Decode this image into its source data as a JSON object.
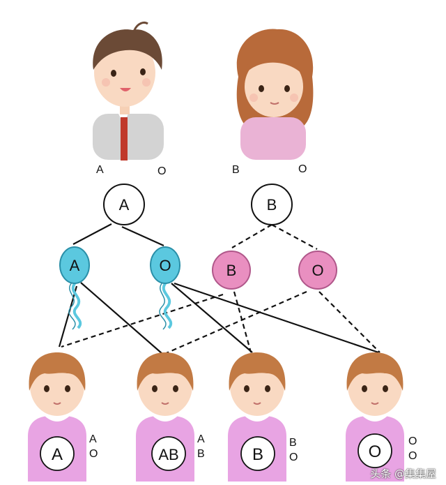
{
  "parents": {
    "father": {
      "allele_left": "A",
      "allele_right": "O"
    },
    "mother": {
      "allele_left": "B",
      "allele_right": "O"
    },
    "father_type": "A",
    "mother_type": "B"
  },
  "gametes": {
    "sperm": [
      "A",
      "O"
    ],
    "eggs": [
      "B",
      "O"
    ]
  },
  "children": [
    {
      "type": "A",
      "genotype_top": "A",
      "genotype_bottom": "O"
    },
    {
      "type": "AB",
      "genotype_top": "A",
      "genotype_bottom": "B"
    },
    {
      "type": "B",
      "genotype_top": "B",
      "genotype_bottom": "O"
    },
    {
      "type": "O",
      "genotype_top": "O",
      "genotype_bottom": "O"
    }
  ],
  "watermark": "头条 @集集屋",
  "colors": {
    "sperm": "#5bc8df",
    "sperm_stroke": "#2a8fa8",
    "egg": "#e98fc0",
    "egg_stroke": "#b0578a",
    "child_shirt": "#e8a4e3",
    "hair_boy": "#6b4a36",
    "hair_girl": "#b86a3a",
    "hair_child": "#c27a44"
  }
}
